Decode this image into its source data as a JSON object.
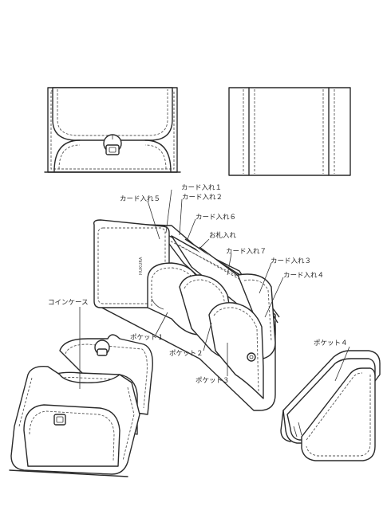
{
  "labels": {
    "card1": "カード入れ１",
    "card2": "カード入れ２",
    "card3": "カード入れ３",
    "card4": "カード入れ４",
    "card5": "カード入れ５",
    "card6": "カード入れ６",
    "card7": "カード入れ７",
    "bill": "お札入れ",
    "coin": "コインケース",
    "pocket1": "ポケット１",
    "pocket2": "ポケット２",
    "pocket3": "ポケット３",
    "pocket4": "ポケット４"
  },
  "brand": "HUKURA"
}
